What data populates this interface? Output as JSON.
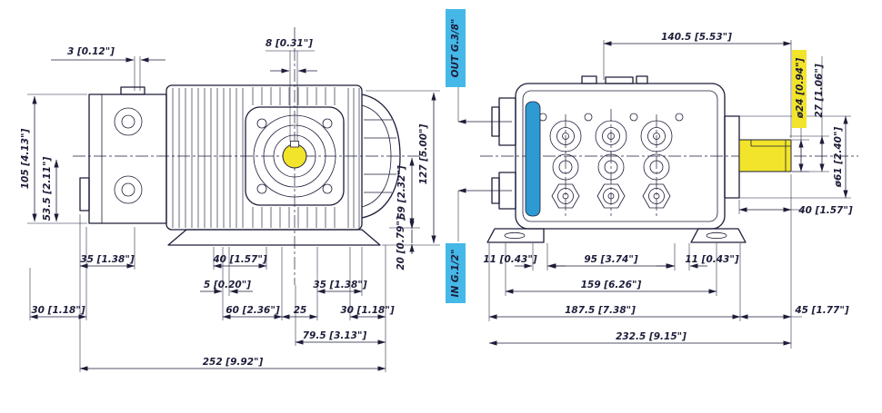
{
  "colors": {
    "line": "#1d1d3a",
    "yellow": "#f2e42a",
    "cyan_label": "#45b8e8",
    "cyan_band": "#2e9ad2"
  },
  "side": {
    "d3": "3 [0.12\"]",
    "d8": "8 [0.31\"]",
    "d105": "105 [4.13\"]",
    "d53_5": "53.5 [2.11\"]",
    "d127": "127 [5.00\"]",
    "d59": "59 [2.32\"]",
    "d20": "20 [0.79\"]",
    "d35a": "35 [1.38\"]",
    "d40": "40 [1.57\"]",
    "d5": "5 [0.20\"]",
    "d35b": "35 [1.38\"]",
    "d30a": "30 [1.18\"]",
    "d60": "60 [2.36\"]",
    "d25": "25",
    "d30b": "30 [1.18\"]",
    "d79_5": "79.5 [3.13\"]",
    "d252": "252 [9.92\"]"
  },
  "front": {
    "d140_5": "140.5 [5.53\"]",
    "out_port": "OUT G.3/8\"",
    "in_port": "IN G.1/2\"",
    "d24": "ø24 [0.94\"]",
    "d27": "27 [1.06\"]",
    "d61": "ø61 [2.40\"]",
    "d40": "40 [1.57\"]",
    "d11a": "11 [0.43\"]",
    "d95": "95 [3.74\"]",
    "d11b": "11 [0.43\"]",
    "d159": "159 [6.26\"]",
    "d187_5": "187.5 [7.38\"]",
    "d45": "45 [1.77\"]",
    "d232_5": "232.5 [9.15\"]"
  }
}
